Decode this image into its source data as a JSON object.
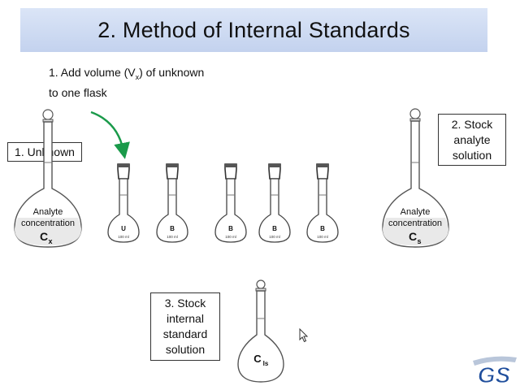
{
  "slide": {
    "title": "2. Method of Internal Standards",
    "step1": {
      "line1_prefix": "1.  Add volume (V",
      "line1_sub": "x",
      "line1_suffix": ") of unknown",
      "line2": "to one flask"
    },
    "labels": {
      "unknown": "1. Unknown",
      "stock_analyte": [
        "2. Stock",
        "analyte",
        "solution"
      ],
      "stock_internal": [
        "3. Stock",
        "internal",
        "standard",
        "solution"
      ]
    },
    "big_flask_left": {
      "line1": "Analyte",
      "line2": "concentration",
      "symbol": "C",
      "symbol_sub": "x"
    },
    "big_flask_right": {
      "line1": "Analyte",
      "line2": "concentration",
      "symbol": "C",
      "symbol_sub": "s"
    },
    "internal_flask": {
      "symbol": "C",
      "symbol_sub": "Is"
    },
    "small_flasks": [
      {
        "letter": "U",
        "volume": "100 ml"
      },
      {
        "letter": "B",
        "volume": "100 ml"
      },
      {
        "letter": "B",
        "volume": "100 ml"
      },
      {
        "letter": "B",
        "volume": "100 ml"
      },
      {
        "letter": "B",
        "volume": "100 ml"
      }
    ],
    "logo_text": "GS",
    "colors": {
      "arrow": "#1a9a4a",
      "title_bg_top": "#dbe5f7",
      "title_bg_bottom": "#c3d2ee",
      "logo_blue": "#1f4e9c"
    }
  }
}
